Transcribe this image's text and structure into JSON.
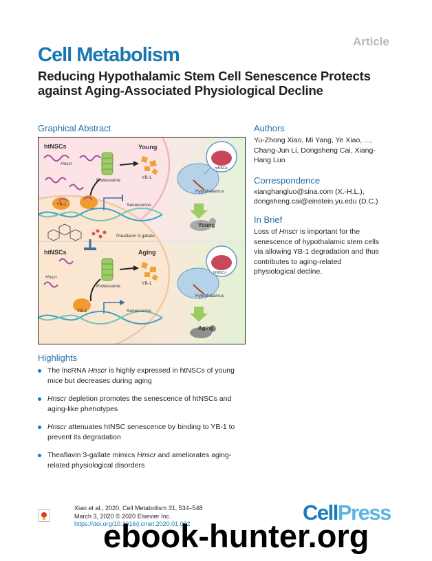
{
  "header": {
    "article_tag": "Article",
    "journal": "Cell Metabolism",
    "title": "Reducing Hypothalamic Stem Cell Senescence Protects against Aging-Associated Physiological Decline"
  },
  "graphical_abstract": {
    "heading": "Graphical Abstract",
    "labels": {
      "htnscs_top": "htNSCs",
      "young": "Young",
      "hnscr_top": "Hnscr",
      "proteosome_top": "Proteosome",
      "yb1_top_right": "YB-1",
      "yb1_top_left": "YB-1",
      "senescence_top": "Senescence",
      "htnscs_circle_top": "htNSCs",
      "hypothalamus_top": "Hypothalamus",
      "young_mouse": "Young",
      "theaflavin": "Theaflavin 3-gallate",
      "htnscs_bottom": "htNSCs",
      "aging": "Aging",
      "hnscr_bottom": "Hnscr",
      "proteosome_bottom": "Proteosome",
      "yb1_bottom_right": "YB-1",
      "yb1_bottom_left": "YB-1",
      "senescence_bottom": "Senescence",
      "htnscs_circle_bottom": "htNSCs",
      "hypothalamus_bottom": "Hypothalamus",
      "aging_mouse": "Aging"
    }
  },
  "authors": {
    "heading": "Authors",
    "text": "Yu-Zhong Xiao, Mi Yang, Ye Xiao, ..., Chang-Jun Li, Dongsheng Cai, Xiang-Hang Luo"
  },
  "correspondence": {
    "heading": "Correspondence",
    "line1": "xianghangluo@sina.com (X.-H.L.),",
    "line2": "dongsheng.cai@einstein.yu.edu (D.C.)"
  },
  "in_brief": {
    "heading": "In Brief",
    "pre": "Loss of ",
    "italic": "Hnscr",
    "post": " is important for the senescence of hypothalamic stem cells via allowing YB-1 degradation and thus contributes to aging-related physiological decline."
  },
  "highlights": {
    "heading": "Highlights",
    "items": [
      {
        "pre": "The lncRNA ",
        "italic": "Hnscr",
        "post": " is highly expressed in htNSCs of young mice but decreases during aging"
      },
      {
        "pre": "",
        "italic": "Hnscr",
        "post": " depletion promotes the senescence of htNSCs and aging-like phenotypes"
      },
      {
        "pre": "",
        "italic": "Hnscr",
        "post": " attenuates htNSC senescence by binding to YB-1 to prevent its degradation"
      },
      {
        "pre": "Theaflavin 3-gallate mimics ",
        "italic": "Hnscr",
        "post": " and ameliorates aging-related physiological disorders"
      }
    ]
  },
  "citation": {
    "line1_pre": "Xiao et al., 2020, Cell Metabolism ",
    "volume": "31",
    "line1_post": ", 534–548",
    "line2": "March 3, 2020 © 2020 Elsevier Inc.",
    "doi": "https://doi.org/10.1016/j.cmet.2020.01.002"
  },
  "branding": {
    "cell": "Cell",
    "press": "Press",
    "watermark": "ebook-hunter.org"
  }
}
